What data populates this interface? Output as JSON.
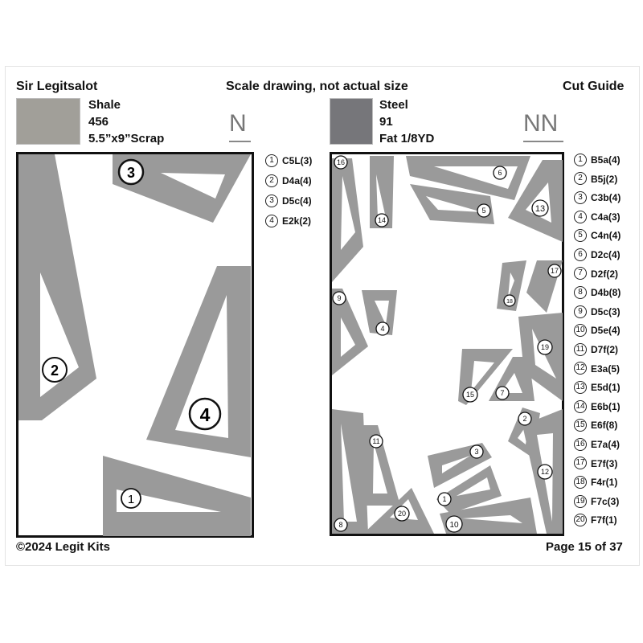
{
  "header": {
    "designer": "Sir Legitsalot",
    "caption": "Scale drawing, not actual size",
    "guide_title": "Cut Guide"
  },
  "materials": [
    {
      "name": "Shale",
      "code": "456",
      "size": "5.5”x9”Scrap",
      "color": "#a19f99",
      "direction": "N"
    },
    {
      "name": "Steel",
      "code": "91",
      "size": "Fat 1/8YD",
      "color": "#76767a",
      "direction": "NN"
    }
  ],
  "left_panel": {
    "piece_color": "#9a9a9a",
    "piece_numbers": [
      "1",
      "2",
      "3",
      "4"
    ],
    "legend": [
      {
        "num": "1",
        "label": "C5L(3)"
      },
      {
        "num": "2",
        "label": "D4a(4)"
      },
      {
        "num": "3",
        "label": "D5c(4)"
      },
      {
        "num": "4",
        "label": "E2k(2)"
      }
    ]
  },
  "right_panel": {
    "piece_color": "#9a9a9a",
    "piece_numbers": [
      "16",
      "14",
      "6",
      "5",
      "13",
      "17",
      "18",
      "9",
      "4",
      "19",
      "15",
      "7",
      "2",
      "11",
      "3",
      "12",
      "1",
      "20",
      "10",
      "8"
    ],
    "legend": [
      {
        "num": "1",
        "label": "B5a(4)"
      },
      {
        "num": "2",
        "label": "B5j(2)"
      },
      {
        "num": "3",
        "label": "C3b(4)"
      },
      {
        "num": "4",
        "label": "C4a(3)"
      },
      {
        "num": "5",
        "label": "C4n(4)"
      },
      {
        "num": "6",
        "label": "D2c(4)"
      },
      {
        "num": "7",
        "label": "D2f(2)"
      },
      {
        "num": "8",
        "label": "D4b(8)"
      },
      {
        "num": "9",
        "label": "D5c(3)"
      },
      {
        "num": "10",
        "label": "D5e(4)"
      },
      {
        "num": "11",
        "label": "D7f(2)"
      },
      {
        "num": "12",
        "label": "E3a(5)"
      },
      {
        "num": "13",
        "label": "E5d(1)"
      },
      {
        "num": "14",
        "label": "E6b(1)"
      },
      {
        "num": "15",
        "label": "E6f(8)"
      },
      {
        "num": "16",
        "label": "E7a(4)"
      },
      {
        "num": "17",
        "label": "E7f(3)"
      },
      {
        "num": "18",
        "label": "F4r(1)"
      },
      {
        "num": "19",
        "label": "F7c(3)"
      },
      {
        "num": "20",
        "label": "F7f(1)"
      }
    ]
  },
  "footer": {
    "copyright": "©2024 Legit Kits",
    "page": "Page 15 of 37"
  }
}
